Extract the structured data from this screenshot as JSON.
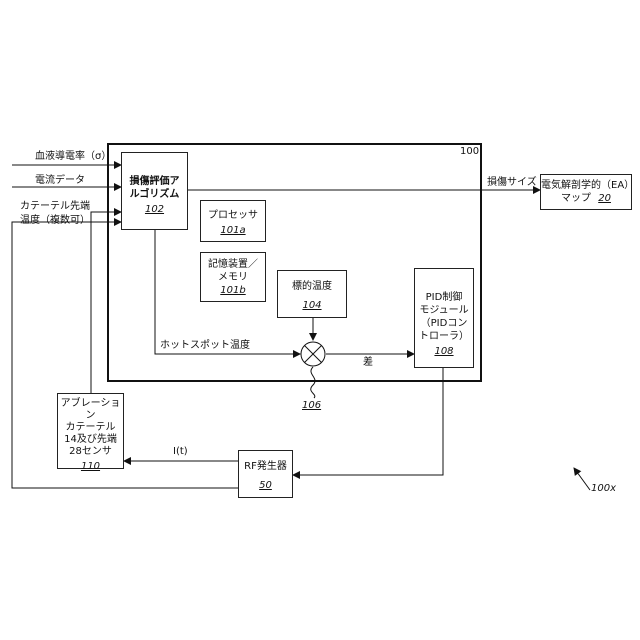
{
  "diagram": {
    "system_ref": "100",
    "figure_ref": "100x",
    "inputs": {
      "blood_conductivity": "血液導電率（σ）",
      "current_data": "電流データ",
      "catheter_temp_line1": "カテーテル先端",
      "catheter_temp_line2": "温度（複数可）"
    },
    "algorithm": {
      "line1": "損傷評価ア",
      "line2": "ルゴリズム",
      "ref": "102"
    },
    "processor": {
      "label": "プロセッサ",
      "ref": "101a"
    },
    "memory": {
      "line1": "記憶装置／",
      "line2": "メモリ",
      "ref": "101b"
    },
    "target_temp": {
      "label": "標的温度",
      "ref": "104"
    },
    "pid": {
      "line1": "PID制御",
      "line2": "モジュール",
      "line3": "（PIDコン",
      "line4": "トローラ）",
      "ref": "108"
    },
    "hotspot_label": "ホットスポット温度",
    "diff_label": "差",
    "comparator_ref": "106",
    "lesion_size_label": "損傷サイズ",
    "ea_map": {
      "line1": "電気解剖学的（EA）",
      "line2": "マップ",
      "ref": "20"
    },
    "ablation": {
      "line1": "アブレーション",
      "line2": "カテーテル",
      "line3": "14及び先端",
      "line4": "28センサ",
      "ref": "110"
    },
    "current_label": "I(t)",
    "rf": {
      "label": "RF発生器",
      "ref": "50"
    }
  }
}
